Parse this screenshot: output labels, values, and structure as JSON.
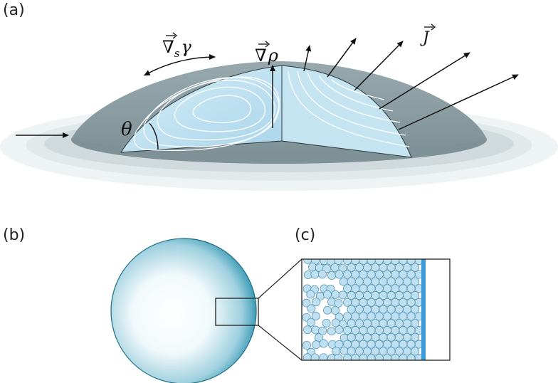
{
  "panels": {
    "a": "(a)",
    "b": "(b)",
    "c": "(c)"
  },
  "labels": {
    "theta": "θ",
    "grad_gamma_main": "∇",
    "grad_gamma_sub": "s",
    "grad_gamma_tail": "γ",
    "grad_rho_main": "∇",
    "grad_rho_tail": "ρ",
    "flux": "J"
  },
  "colors": {
    "droplet_shell": "#8fa2a6",
    "droplet_cut": "#bfe0ef",
    "droplet_cut_edge": "#7fb6cf",
    "substrate": "#dfe6e8",
    "particle_fill": "#bfe0f1",
    "particle_stroke": "#4d8fb0",
    "ring_edge": "#3b9bd8",
    "disc_edge": "#1f8aa6"
  }
}
